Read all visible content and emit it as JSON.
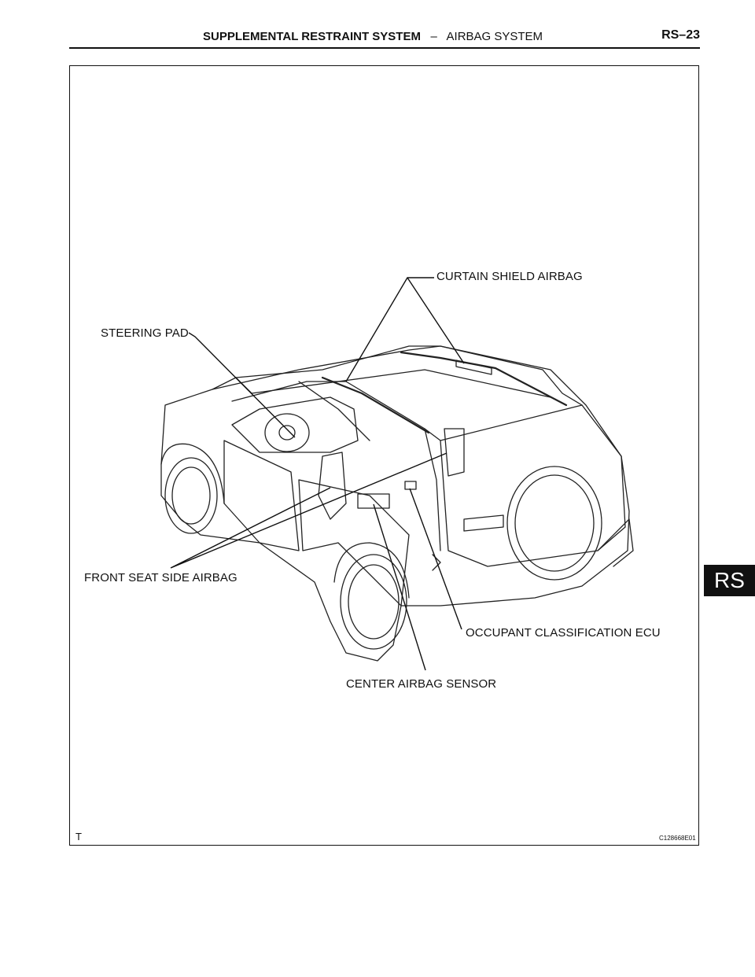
{
  "header": {
    "section_bold": "SUPPLEMENTAL RESTRAINT SYSTEM",
    "separator": "–",
    "section_rest": "AIRBAG SYSTEM",
    "page": "RS–23"
  },
  "figure": {
    "labels": {
      "curtain_shield_airbag": "CURTAIN SHIELD AIRBAG",
      "steering_pad": "STEERING PAD",
      "front_seat_side_airbag": "FRONT SEAT SIDE AIRBAG",
      "occupant_classification_ecu": "OCCUPANT CLASSIFICATION ECU",
      "center_airbag_sensor": "CENTER AIRBAG SENSOR"
    },
    "corner_mark": "T",
    "figure_id": "C128668E01"
  },
  "side_tab": {
    "label": "RS"
  }
}
